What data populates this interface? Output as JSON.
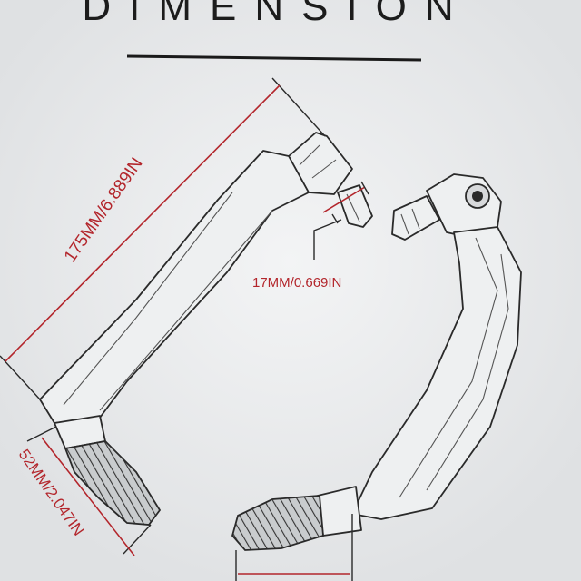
{
  "title": "DIMENSION",
  "dimensions": {
    "length": "175MM/6.889IN",
    "mount": "17MM/0.669IN",
    "grip": "52MM/2.047IN"
  },
  "colors": {
    "background": "#e6e8ea",
    "dimension_red": "#b3262c",
    "outline": "#2a2a2a",
    "title_rule": "#1a1a1a"
  }
}
